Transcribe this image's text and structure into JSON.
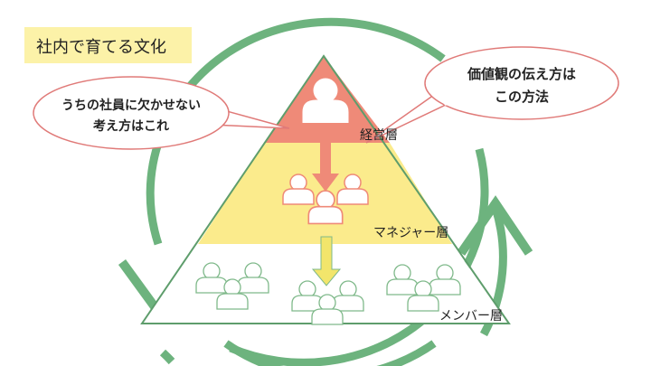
{
  "title": "社内で育てる文化",
  "bubble_left": {
    "line1": "うちの社員に欠かせない",
    "line2": "考え方はこれ"
  },
  "bubble_right": {
    "line1": "価値観の伝え方は",
    "line2": "この方法"
  },
  "layers": {
    "top": "経営層",
    "middle": "マネジャー層",
    "bottom": "メンバー層"
  },
  "colors": {
    "ring": "#6db37e",
    "top": "#ef8a78",
    "middle": "#fbeb8c",
    "title_bg": "#fcf2a8",
    "bubble_border": "#e07a78"
  }
}
